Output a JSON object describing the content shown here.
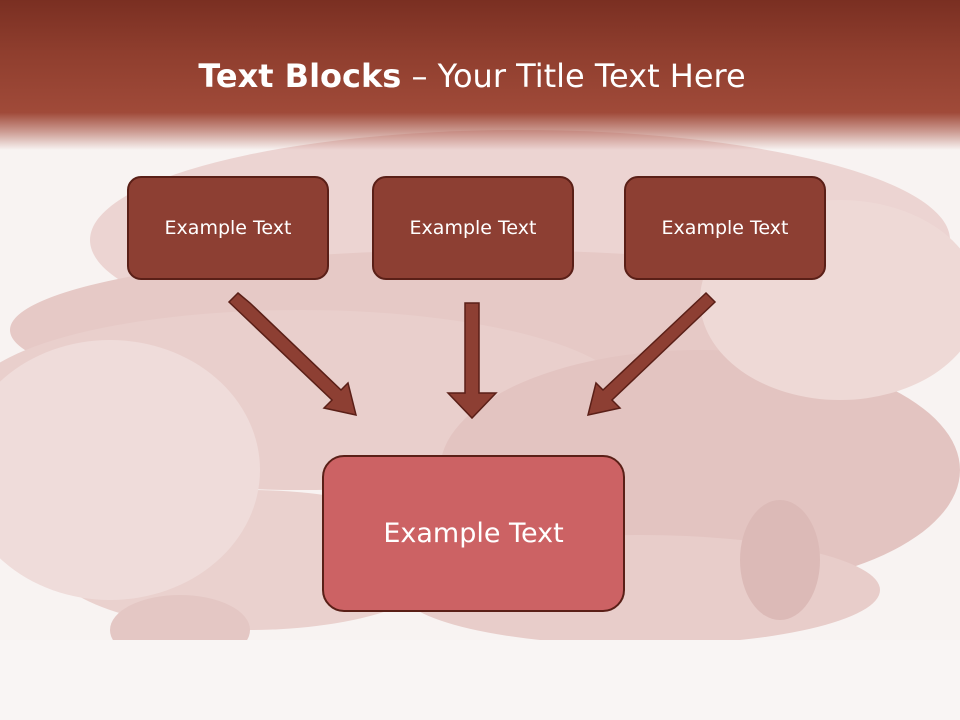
{
  "title": {
    "bold": "Text Blocks",
    "dash": " – ",
    "rest": "Your Title Text Here"
  },
  "blocks": {
    "top_left": "Example Text",
    "top_middle": "Example Text",
    "top_right": "Example Text",
    "bottom_center": "Example Text"
  },
  "colors": {
    "title_band": "#8f3e2e",
    "small_box_fill": "#8d3f33",
    "big_box_fill": "#cc6264",
    "outline": "#5a1f17",
    "arrow_fill": "#8d3f33"
  }
}
